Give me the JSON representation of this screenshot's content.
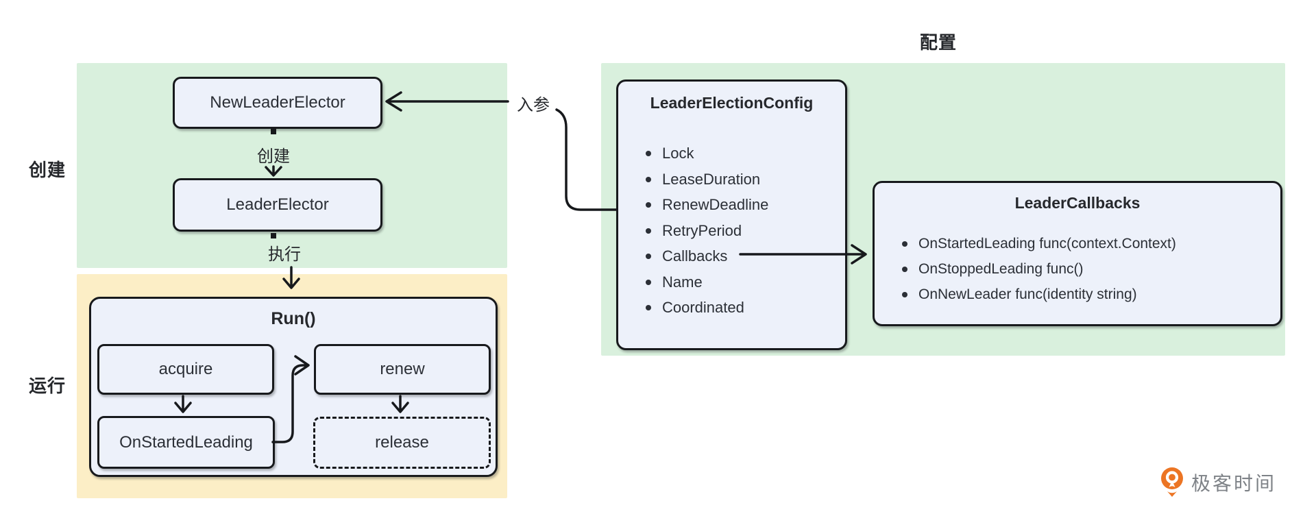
{
  "section_labels": {
    "create": "创建",
    "run": "运行",
    "config": "配置"
  },
  "edge_labels": {
    "create": "创建",
    "execute": "执行",
    "input_param": "入参"
  },
  "nodes": {
    "new_leader_elector": "NewLeaderElector",
    "leader_elector": "LeaderElector",
    "run": "Run()",
    "acquire": "acquire",
    "renew": "renew",
    "on_started_leading": "OnStartedLeading",
    "release": "release"
  },
  "config_box": {
    "title": "LeaderElectionConfig",
    "items": [
      "Lock",
      "LeaseDuration",
      "RenewDeadline",
      "RetryPeriod",
      "Callbacks",
      "Name",
      "Coordinated"
    ]
  },
  "callbacks_box": {
    "title": "LeaderCallbacks",
    "items": [
      "OnStartedLeading func(context.Context)",
      "OnStoppedLeading func()",
      "OnNewLeader func(identity string)"
    ]
  },
  "logo": {
    "text": "极客时间"
  },
  "colors": {
    "panel_green": "#d9f0dd",
    "panel_yellow": "#fceec6",
    "node_fill": "#edf1fa",
    "border": "#17191c",
    "text": "#2b2f36",
    "logo_orange": "#ec7524",
    "logo_gray": "#7e8287"
  }
}
